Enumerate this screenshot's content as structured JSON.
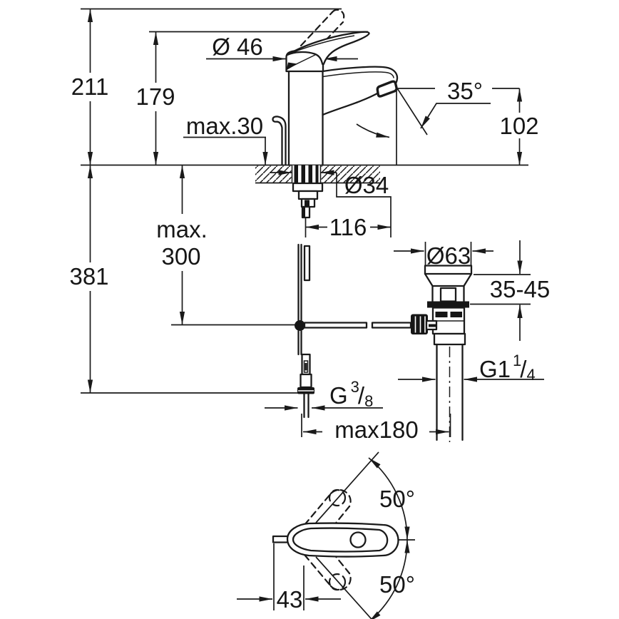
{
  "drawing": {
    "type": "faucet-installation-dimensional-drawing",
    "colors": {
      "line": "#1a1a1a",
      "background": "#ffffff"
    },
    "side_view": {
      "overall_height": "211",
      "body_height": "179",
      "handle_cap_diameter": "Ø 46",
      "deck_thickness_max": "max.30",
      "spout_angle": "35°",
      "spout_outlet_height": "102",
      "mounting_hole_diameter": "Ø34",
      "spout_reach": "116"
    },
    "below_deck": {
      "rod_length_max_line1": "max.",
      "rod_length_max_line2": "300",
      "total_depth": "381",
      "drain_flange_diameter": "Ø63",
      "basin_thickness_range": "35-45",
      "drain_thread": {
        "base": "G1",
        "sup": "1",
        "slash": "/",
        "sub": "4"
      },
      "supply_thread": {
        "base": "G",
        "sup": "3",
        "slash": "/",
        "sub": "8"
      },
      "rod_offset_max": "max180"
    },
    "bottom_view": {
      "handle_swivel_up": "50°",
      "handle_swivel_down": "50°",
      "handle_offset": "43"
    }
  }
}
